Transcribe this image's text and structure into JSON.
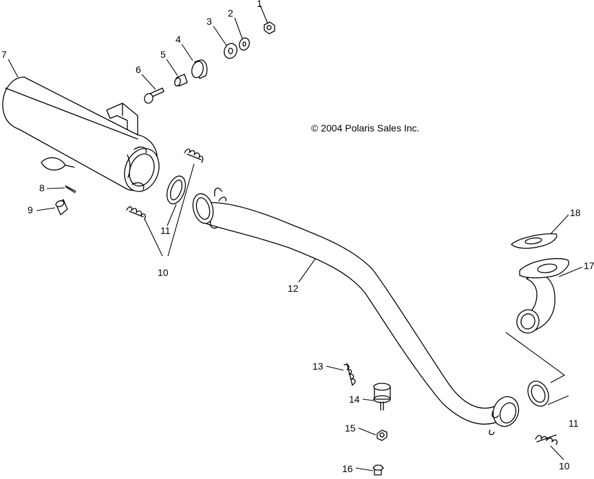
{
  "copyright": "© 2004 Polaris Sales Inc.",
  "callouts": {
    "c1": "1",
    "c2": "2",
    "c3": "3",
    "c4": "4",
    "c5": "5",
    "c6": "6",
    "c7": "7",
    "c8": "8",
    "c9": "9",
    "c10a": "10",
    "c10b": "10",
    "c11a": "11",
    "c11b": "11",
    "c12": "12",
    "c13": "13",
    "c14": "14",
    "c15": "15",
    "c16": "16",
    "c17": "17",
    "c18": "18"
  },
  "parts": [
    {
      "ref": "1",
      "name": "nut-icon"
    },
    {
      "ref": "2",
      "name": "washer-icon"
    },
    {
      "ref": "3",
      "name": "washer-icon"
    },
    {
      "ref": "4",
      "name": "grommet-icon"
    },
    {
      "ref": "5",
      "name": "bushing-icon"
    },
    {
      "ref": "6",
      "name": "bolt-icon"
    },
    {
      "ref": "7",
      "name": "muffler-icon"
    },
    {
      "ref": "8",
      "name": "pin-icon"
    },
    {
      "ref": "9",
      "name": "plug-icon"
    },
    {
      "ref": "10",
      "name": "spring-icon"
    },
    {
      "ref": "11",
      "name": "gasket-ring-icon"
    },
    {
      "ref": "12",
      "name": "exhaust-pipe-icon"
    },
    {
      "ref": "13",
      "name": "spring-icon"
    },
    {
      "ref": "14",
      "name": "mount-bolt-icon"
    },
    {
      "ref": "15",
      "name": "nut-icon"
    },
    {
      "ref": "16",
      "name": "bolt-icon"
    },
    {
      "ref": "17",
      "name": "header-pipe-icon"
    },
    {
      "ref": "18",
      "name": "flange-gasket-icon"
    }
  ]
}
